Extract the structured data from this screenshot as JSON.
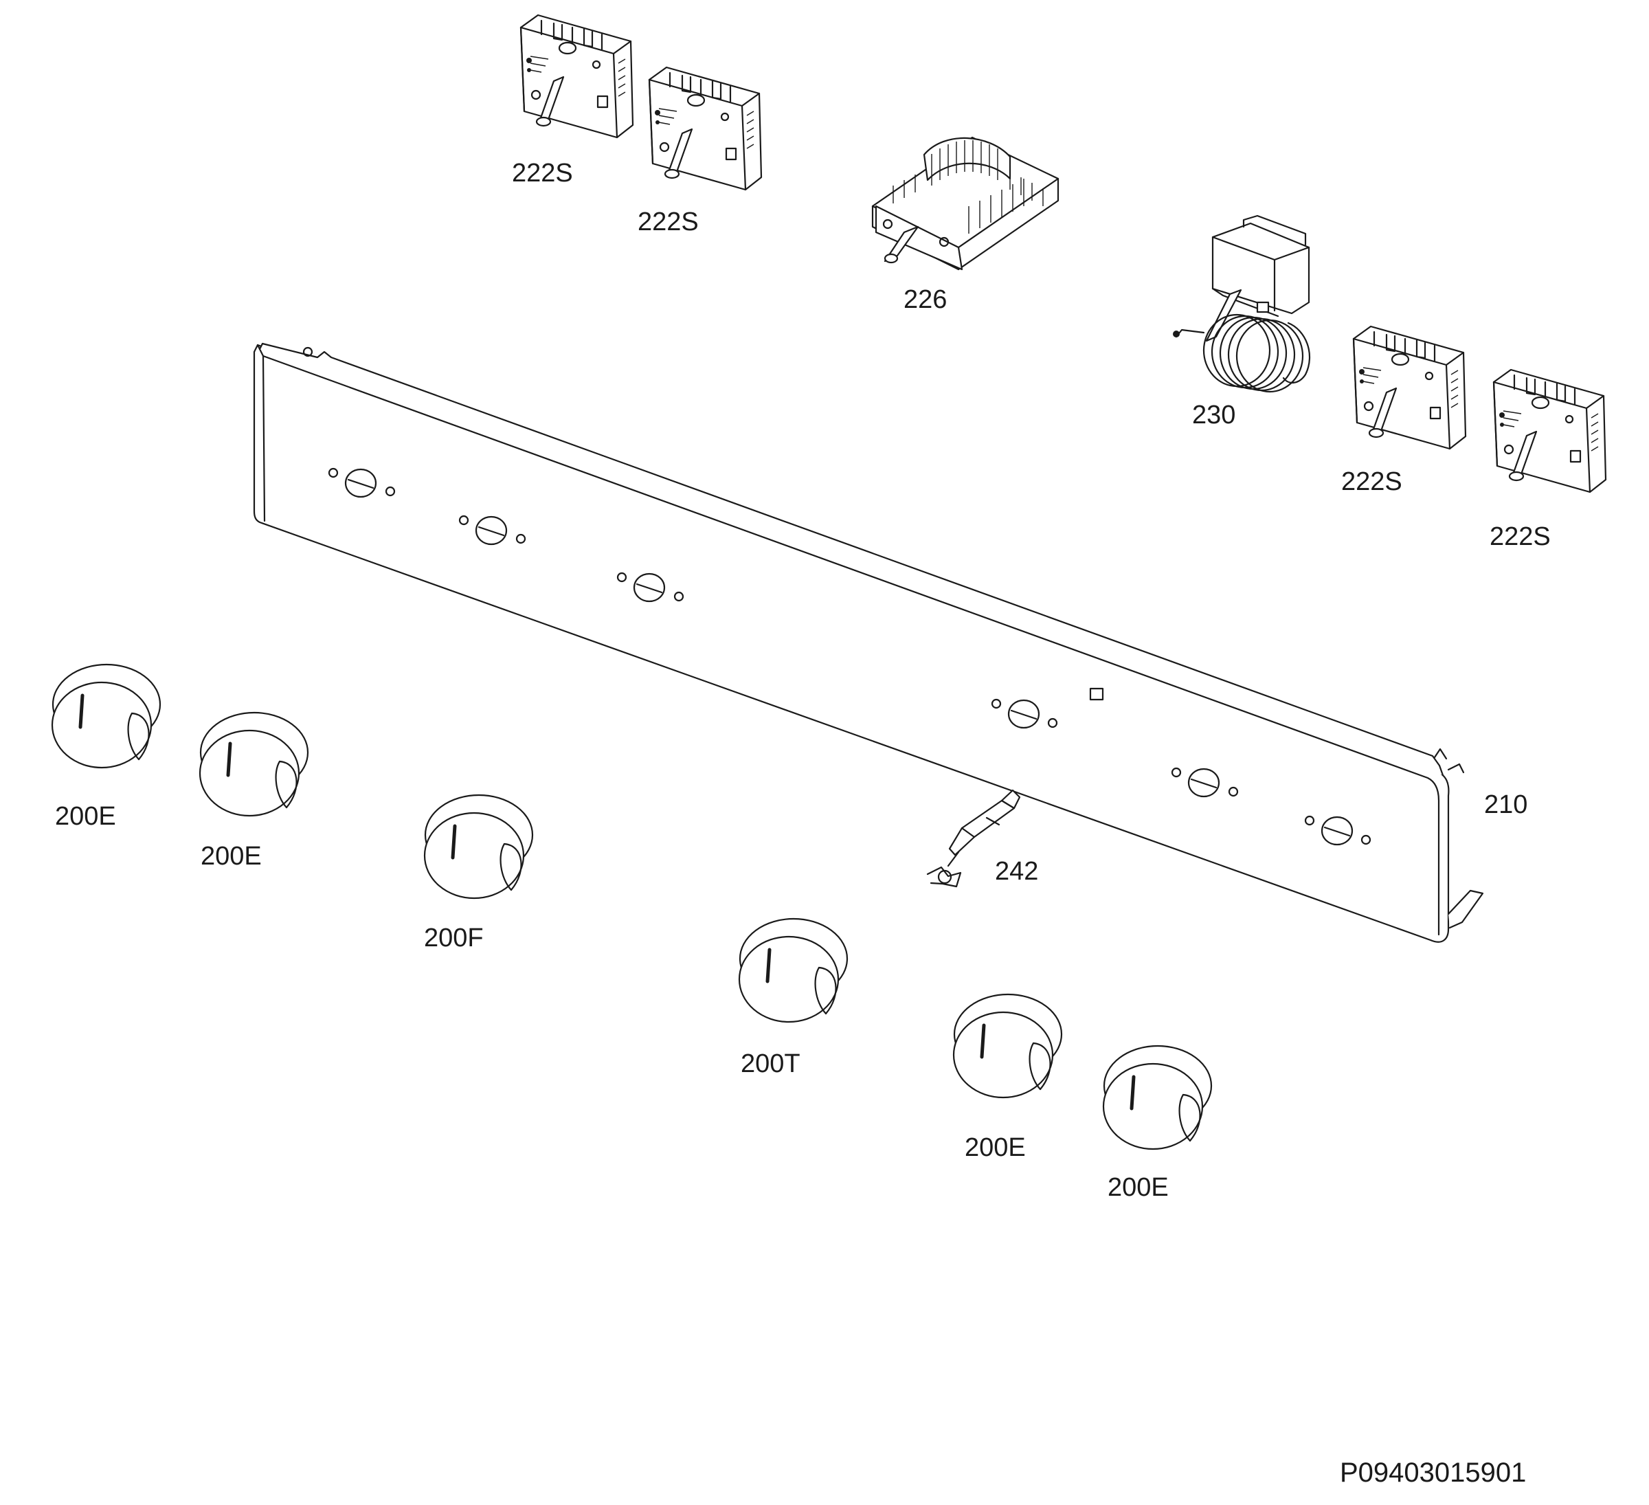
{
  "labels": {
    "switch_1": "222S",
    "switch_2": "222S",
    "switch_3": "222S",
    "switch_4": "222S",
    "selector": "226",
    "thermostat": "230",
    "panel": "210",
    "lamp": "242",
    "knob_1": "200E",
    "knob_2": "200E",
    "knob_3": "200F",
    "knob_4": "200T",
    "knob_5": "200E",
    "knob_6": "200E"
  },
  "reference": "P09403015901"
}
